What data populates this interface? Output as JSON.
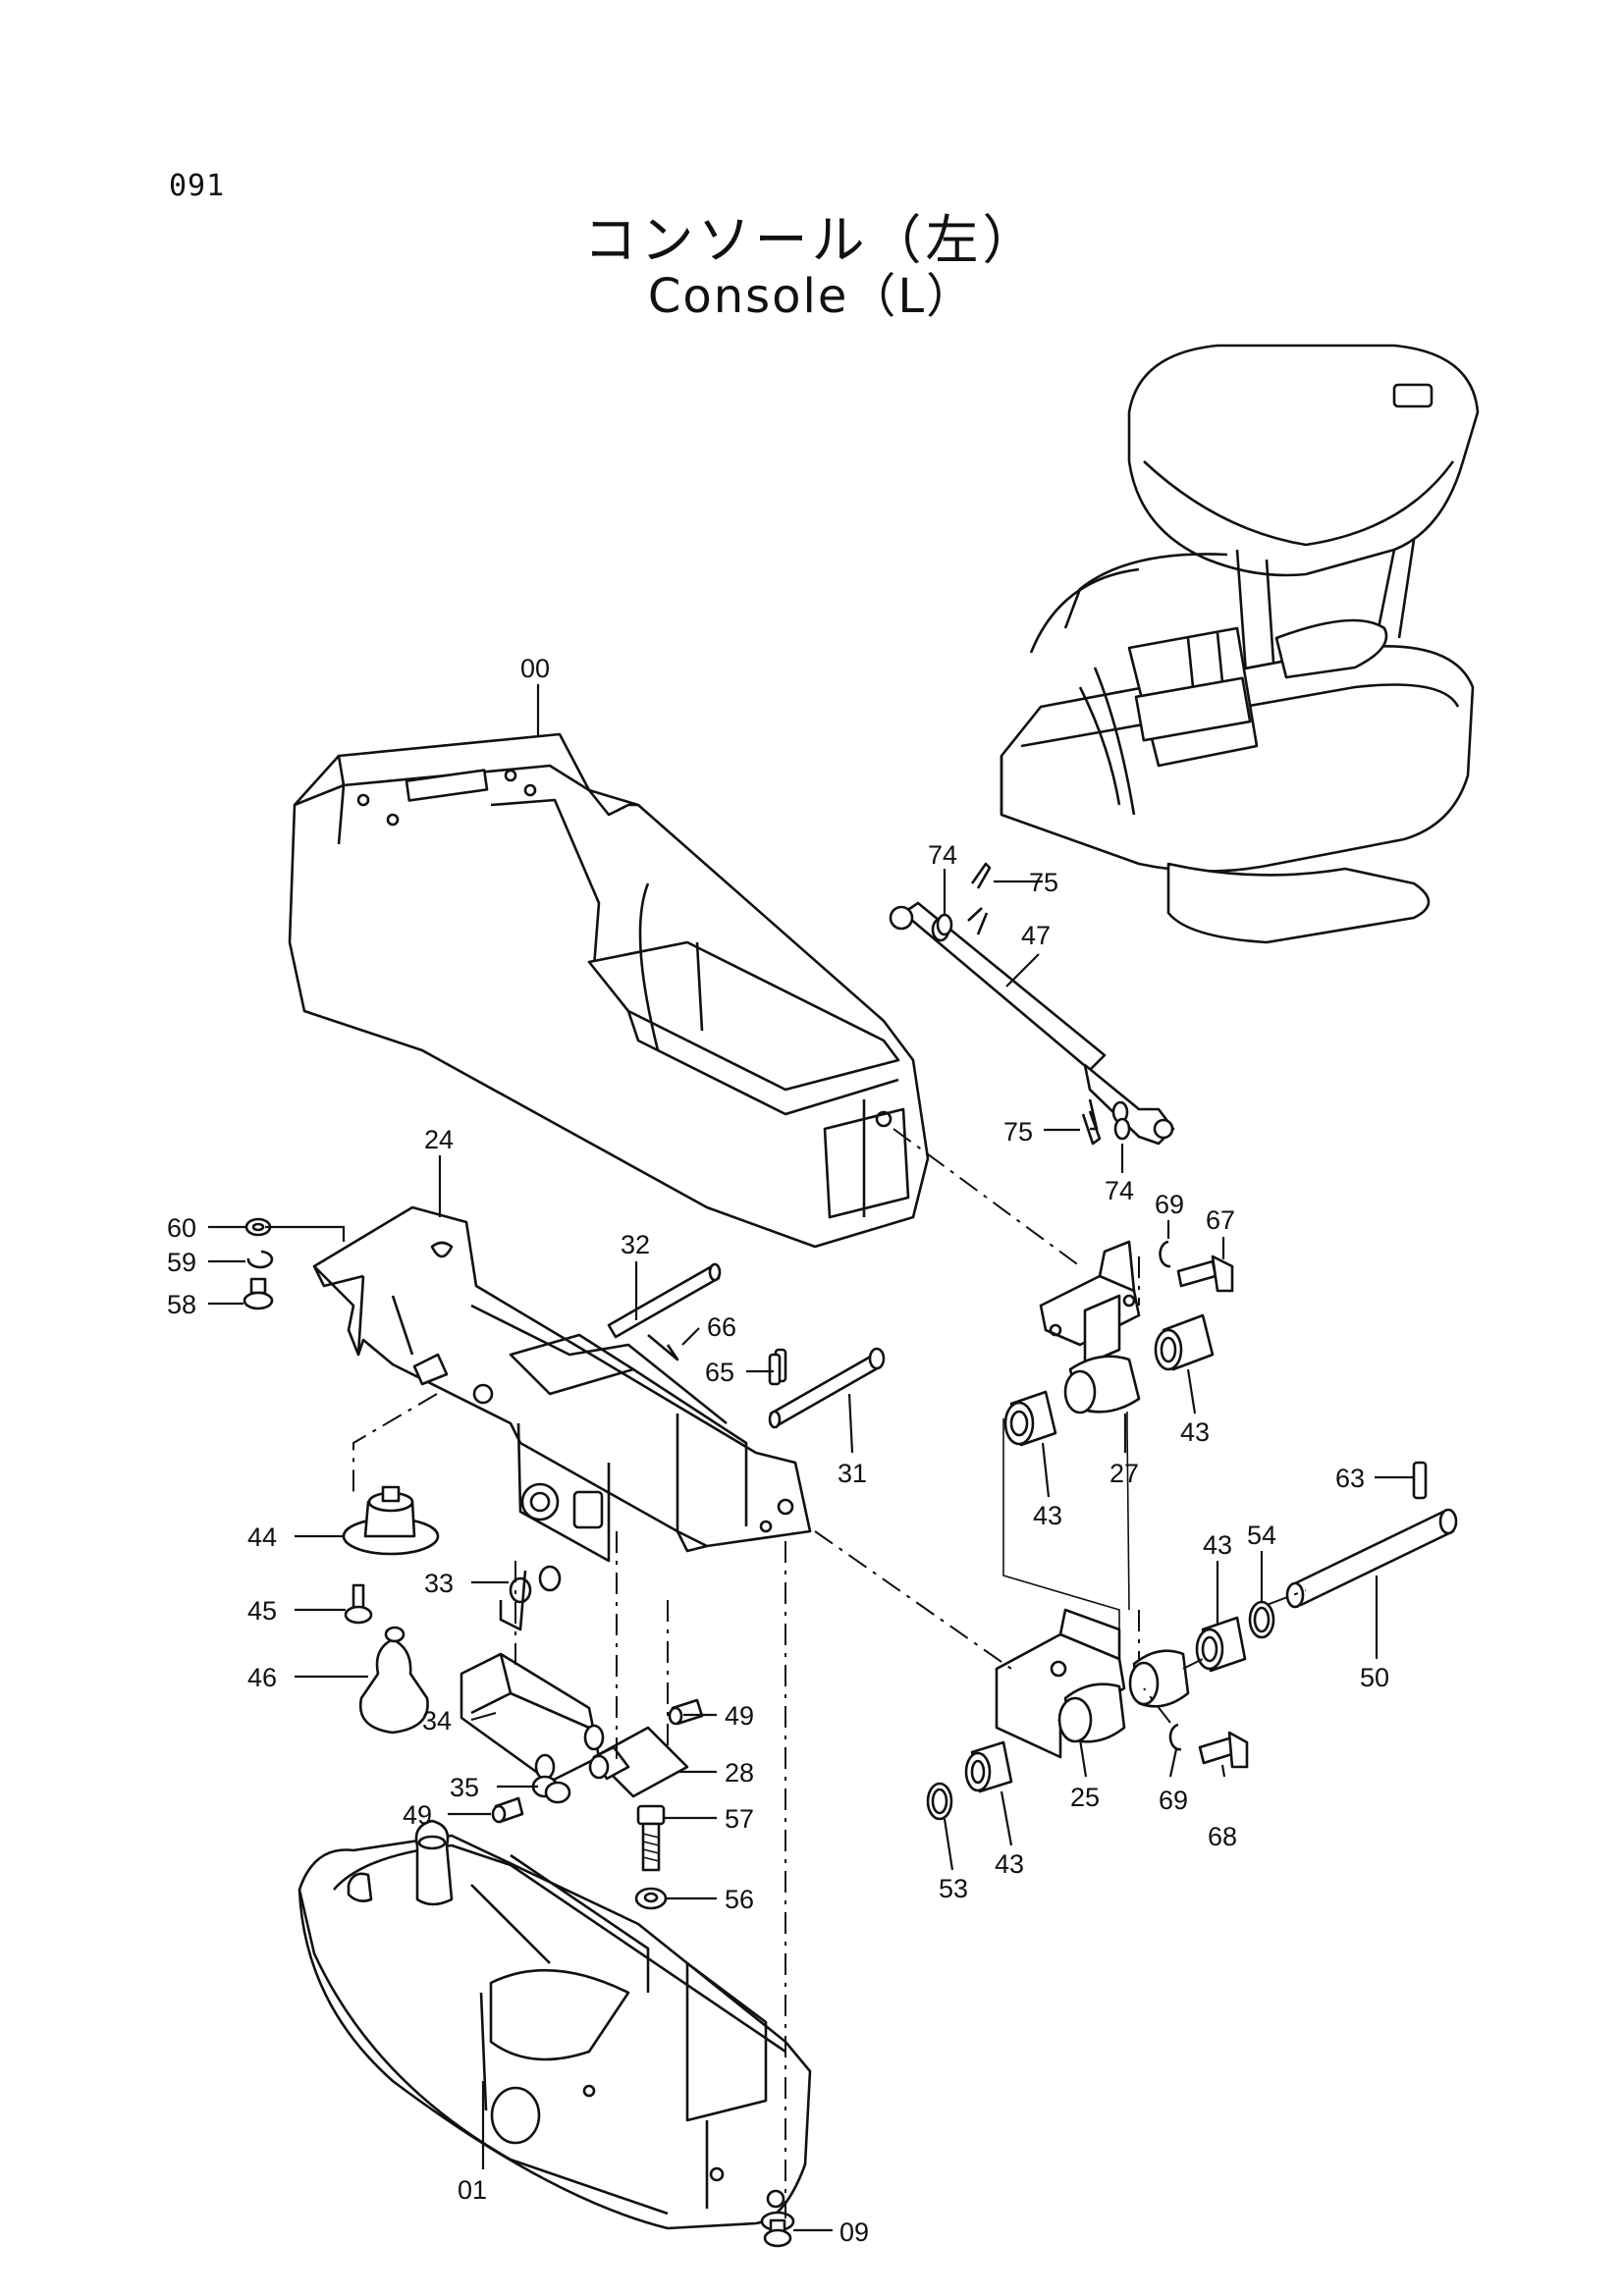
{
  "header": {
    "page_number": "091",
    "title_ja": "コンソール（左）",
    "title_en": "Console（L）"
  },
  "callouts": [
    {
      "key": "c00a",
      "text": "00"
    },
    {
      "key": "c01",
      "text": "01"
    },
    {
      "key": "c09",
      "text": "09"
    },
    {
      "key": "c24",
      "text": "24"
    },
    {
      "key": "c25",
      "text": "25"
    },
    {
      "key": "c27",
      "text": "27"
    },
    {
      "key": "c28",
      "text": "28"
    },
    {
      "key": "c31",
      "text": "31"
    },
    {
      "key": "c32",
      "text": "32"
    },
    {
      "key": "c33",
      "text": "33"
    },
    {
      "key": "c34",
      "text": "34"
    },
    {
      "key": "c35",
      "text": "35"
    },
    {
      "key": "c43a",
      "text": "43"
    },
    {
      "key": "c43b",
      "text": "43"
    },
    {
      "key": "c43c",
      "text": "43"
    },
    {
      "key": "c43d",
      "text": "43"
    },
    {
      "key": "c44",
      "text": "44"
    },
    {
      "key": "c45",
      "text": "45"
    },
    {
      "key": "c46",
      "text": "46"
    },
    {
      "key": "c47",
      "text": "47"
    },
    {
      "key": "c49a",
      "text": "49"
    },
    {
      "key": "c49b",
      "text": "49"
    },
    {
      "key": "c50",
      "text": "50"
    },
    {
      "key": "c53",
      "text": "53"
    },
    {
      "key": "c54",
      "text": "54"
    },
    {
      "key": "c56",
      "text": "56"
    },
    {
      "key": "c57",
      "text": "57"
    },
    {
      "key": "c58",
      "text": "58"
    },
    {
      "key": "c59",
      "text": "59"
    },
    {
      "key": "c60",
      "text": "60"
    },
    {
      "key": "c63",
      "text": "63"
    },
    {
      "key": "c65",
      "text": "65"
    },
    {
      "key": "c66",
      "text": "66"
    },
    {
      "key": "c67",
      "text": "67"
    },
    {
      "key": "c68",
      "text": "68"
    },
    {
      "key": "c69a",
      "text": "69"
    },
    {
      "key": "c69b",
      "text": "69"
    },
    {
      "key": "c74a",
      "text": "74"
    },
    {
      "key": "c74b",
      "text": "74"
    },
    {
      "key": "c75a",
      "text": "75"
    },
    {
      "key": "c75b",
      "text": "75"
    }
  ]
}
